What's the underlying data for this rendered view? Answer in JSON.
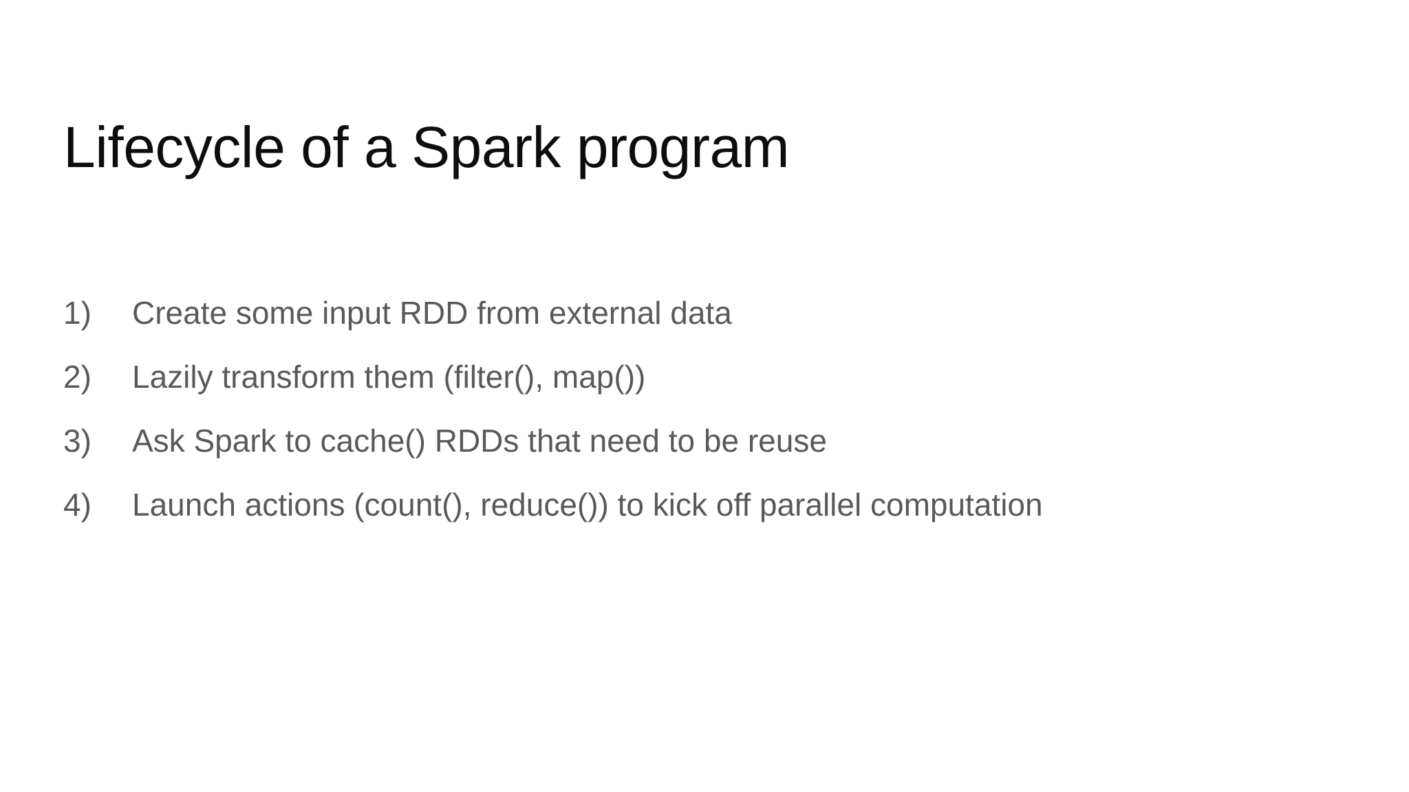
{
  "slide": {
    "title": "Lifecycle of a Spark program",
    "background_color": "#ffffff",
    "title_color": "#0d0d0d",
    "body_text_color": "#595959",
    "items": [
      {
        "marker": "1)",
        "text": "Create some input RDD from external data"
      },
      {
        "marker": "2)",
        "text": "Lazily transform them (filter(), map())"
      },
      {
        "marker": "3)",
        "text": "Ask Spark to cache() RDDs that need to be reuse"
      },
      {
        "marker": "4)",
        "text": "Launch actions (count(), reduce()) to kick off parallel computation"
      }
    ]
  }
}
